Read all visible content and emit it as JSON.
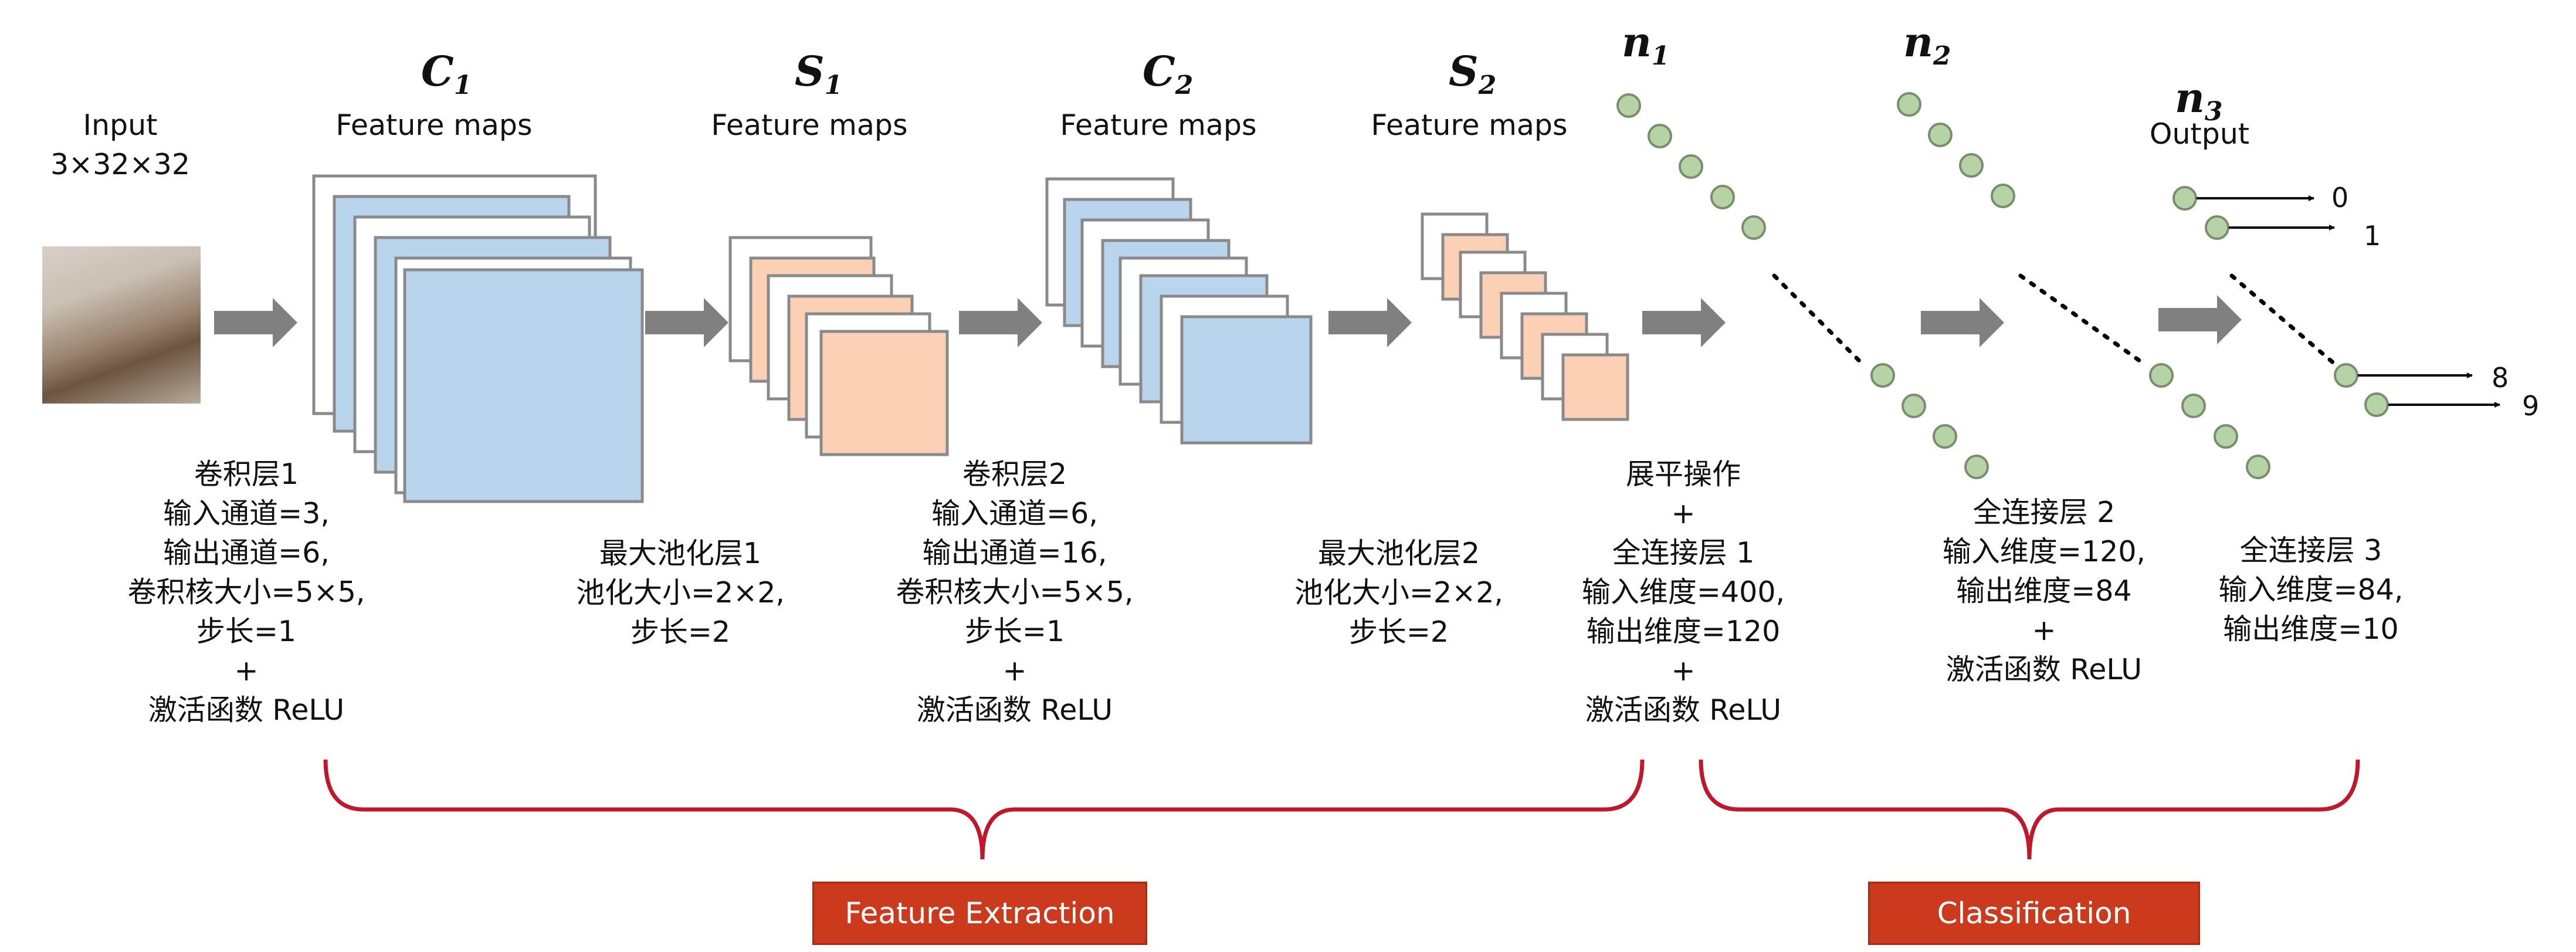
{
  "input": {
    "label": "Input",
    "size": "3×32×32"
  },
  "layers": {
    "c1": {
      "sym": "C",
      "sub": "1",
      "caption": "Feature maps"
    },
    "s1": {
      "sym": "S",
      "sub": "1",
      "caption": "Feature maps"
    },
    "c2": {
      "sym": "C",
      "sub": "2",
      "caption": "Feature maps"
    },
    "s2": {
      "sym": "S",
      "sub": "2",
      "caption": "Feature maps"
    },
    "n1": {
      "sym": "n",
      "sub": "1"
    },
    "n2": {
      "sym": "n",
      "sub": "2"
    },
    "n3": {
      "sym": "n",
      "sub": "3",
      "caption": "Output"
    }
  },
  "descriptions": {
    "conv1": [
      "卷积层1",
      "输入通道=3,",
      "输出通道=6,",
      "卷积核大小=5×5,",
      "步长=1",
      "+",
      "激活函数 ReLU"
    ],
    "pool1": [
      "最大池化层1",
      "池化大小=2×2,",
      "步长=2"
    ],
    "conv2": [
      "卷积层2",
      "输入通道=6,",
      "输出通道=16,",
      "卷积核大小=5×5,",
      "步长=1",
      "+",
      "激活函数 ReLU"
    ],
    "pool2": [
      "最大池化层2",
      "池化大小=2×2,",
      "步长=2"
    ],
    "fc1": [
      "展平操作",
      "+",
      "全连接层 1",
      "输入维度=400,",
      "输出维度=120",
      "+",
      "激活函数 ReLU"
    ],
    "fc2": [
      "全连接层 2",
      "输入维度=120,",
      "输出维度=84",
      "+",
      "激活函数 ReLU"
    ],
    "fc3": [
      "全连接层 3",
      "输入维度=84,",
      "输出维度=10"
    ]
  },
  "outputs": [
    "0",
    "1",
    "8",
    "9"
  ],
  "groups": {
    "feature": "Feature Extraction",
    "classification": "Classification"
  },
  "colors": {
    "conv": "#b9d5ee",
    "pool": "#fbd0b4",
    "node": "#b5d3a5",
    "arrow": "#808080",
    "brace": "#c0182a",
    "box": "#cc3a1d"
  }
}
